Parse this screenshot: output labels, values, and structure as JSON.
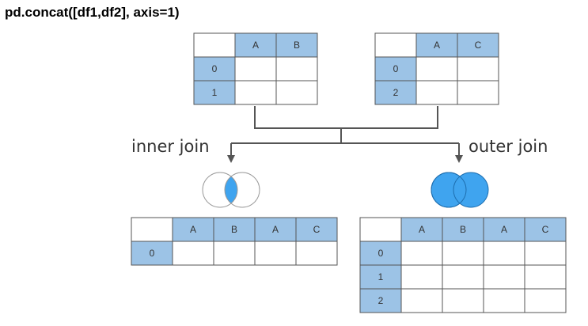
{
  "title": "pd.concat([df1,df2], axis=1)",
  "colors": {
    "header_fill": "#9cc3e6",
    "venn_fill": "#3fa4ef",
    "grid_stroke": "#555555"
  },
  "tables": {
    "df1": {
      "columns": [
        "A",
        "B"
      ],
      "index": [
        "0",
        "1"
      ]
    },
    "df2": {
      "columns": [
        "A",
        "C"
      ],
      "index": [
        "0",
        "2"
      ]
    },
    "inner": {
      "columns": [
        "A",
        "B",
        "A",
        "C"
      ],
      "index": [
        "0"
      ]
    },
    "outer": {
      "columns": [
        "A",
        "B",
        "A",
        "C"
      ],
      "index": [
        "0",
        "1",
        "2"
      ]
    }
  },
  "labels": {
    "inner_join": "inner join",
    "outer_join": "outer join"
  }
}
